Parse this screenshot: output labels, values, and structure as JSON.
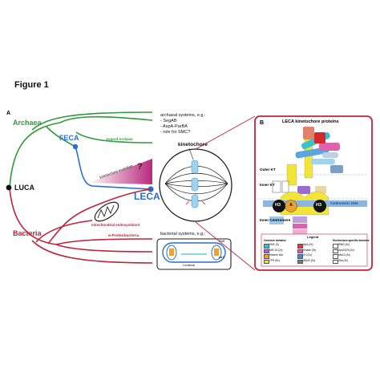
{
  "figure": {
    "title": "Figure 1"
  },
  "panel_a": {
    "label": "A",
    "nodes": {
      "luca": "LUCA",
      "feca": "FECA",
      "leca": "LECA"
    },
    "domains": {
      "archaea": "Archaea",
      "bacteria": "Bacteria"
    },
    "branches": {
      "asgard": "Asgard Archaea",
      "alphaproteo": "α-Proteobacteria",
      "mito_endosymbiont": "mitochondrial endosymbiont",
      "kt_evolution": "kinetochore evolution",
      "question_mark": "?"
    },
    "archaeal_systems": {
      "heading": "archaeal systems, e.g.:",
      "items": [
        "- SegAB",
        "- AspA-ParBA",
        "- role for SMC?"
      ]
    },
    "kinetochore_label": "kinetochore",
    "bacterial_systems": {
      "heading": "bacterial systems, e.g.:",
      "parb": "ParB",
      "pars": "parS",
      "cnd": "Condensin"
    }
  },
  "panel_b": {
    "label": "B",
    "title": "LECA kinetochore proteins",
    "layers": {
      "outer": "Outer KT",
      "inner": "Inner KT",
      "centromere": "Inner Centromere"
    },
    "centromeric_dna": "Centromeric DNA",
    "nucleosome_h3": "H3",
    "nucleosome_a": "A",
    "legend": {
      "title": "Legend",
      "col1_heading": "Common domains",
      "col2_heading": "Kinetochore-specific domains",
      "col1_items": [
        {
          "label": "SMC (5)",
          "color": "#3cbfd0"
        },
        {
          "label": "MIS 18 (2x)",
          "color": "#9a6ad0"
        },
        {
          "label": "Histone fold",
          "color": "#e8a030"
        },
        {
          "label": "TPR (8x)",
          "color": "#f0e040"
        },
        {
          "label": "AAA (2x)",
          "color": "#e03a3a"
        },
        {
          "label": "Kinase (3x)",
          "color": "#e060b0"
        },
        {
          "label": "CH (2x)",
          "color": "#3a8ae0"
        },
        {
          "label": "WD40 (2x)",
          "color": "#7a7a7a"
        }
      ],
      "col2_items": [
        {
          "label": "RWD (4x)",
          "color": "#ffffff"
        },
        {
          "label": "Spc24/25 (2x)",
          "color": "#ffffff"
        },
        {
          "label": "Mis12 (4x)",
          "color": "#ffffff"
        },
        {
          "label": "Ska (3x)",
          "color": "#ffffff"
        }
      ]
    }
  },
  "colors": {
    "archaea": "#2e9a3a",
    "bacteria": "#c0233a",
    "leca": "#2a6fcf",
    "panel_border": "#c0233a",
    "magenta": "#b8297c",
    "inner_kt_yellow": "#f3e438"
  }
}
